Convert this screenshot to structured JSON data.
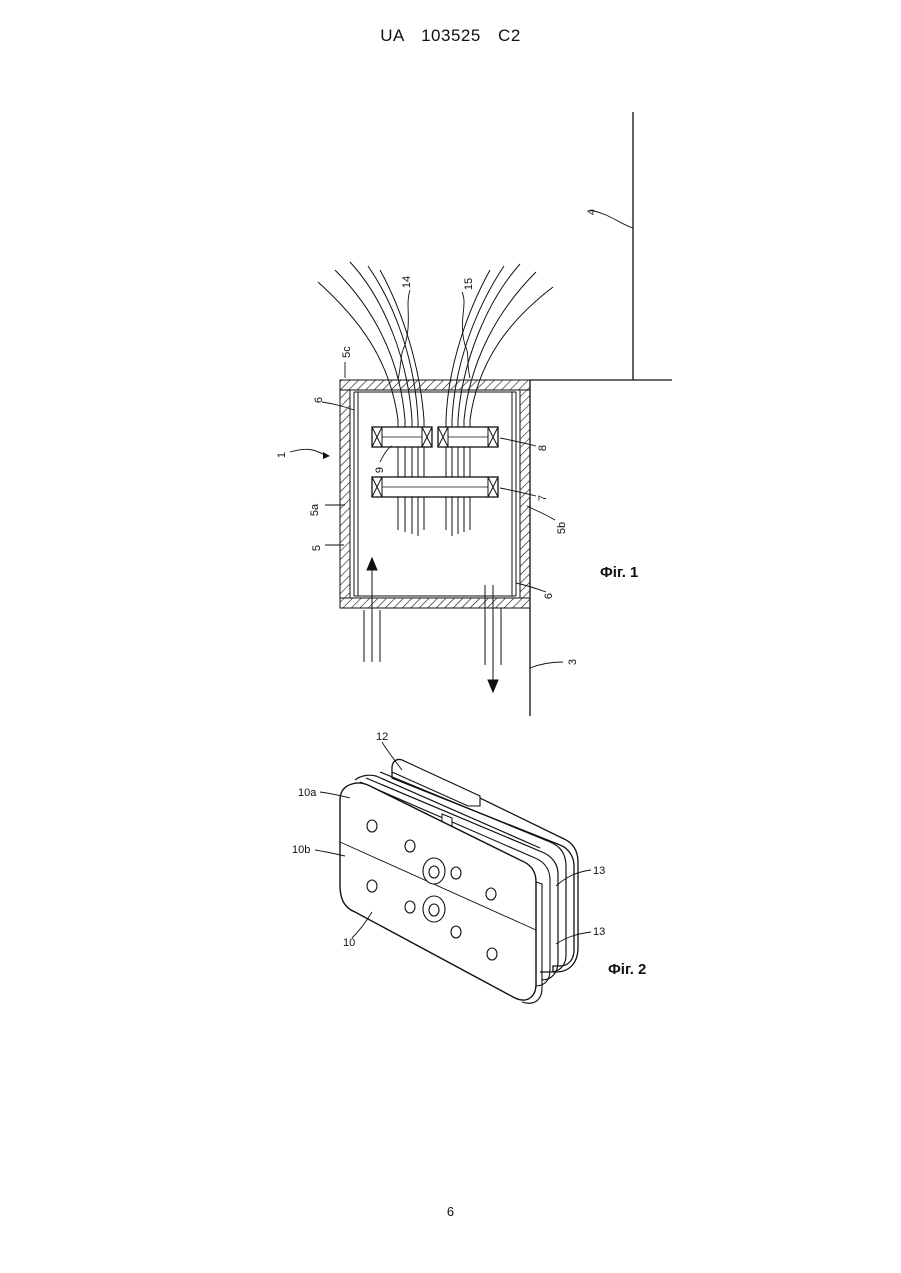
{
  "header": {
    "patent_number": "UA   103525   C2"
  },
  "page_number": "6",
  "figure1": {
    "caption": "Фіг. 1",
    "labels": {
      "l1": "1",
      "l3": "3",
      "l4": "4",
      "l5": "5",
      "l5a": "5a",
      "l5b": "5b",
      "l5c": "5c",
      "l6_top": "6",
      "l6_bottom": "6",
      "l7": "7",
      "l8": "8",
      "l9": "9",
      "l14": "14",
      "l15": "15"
    }
  },
  "figure2": {
    "caption": "Фіг. 2",
    "labels": {
      "l10": "10",
      "l10a": "10a",
      "l10b": "10b",
      "l12": "12",
      "l13_top": "13",
      "l13_bottom": "13"
    }
  }
}
